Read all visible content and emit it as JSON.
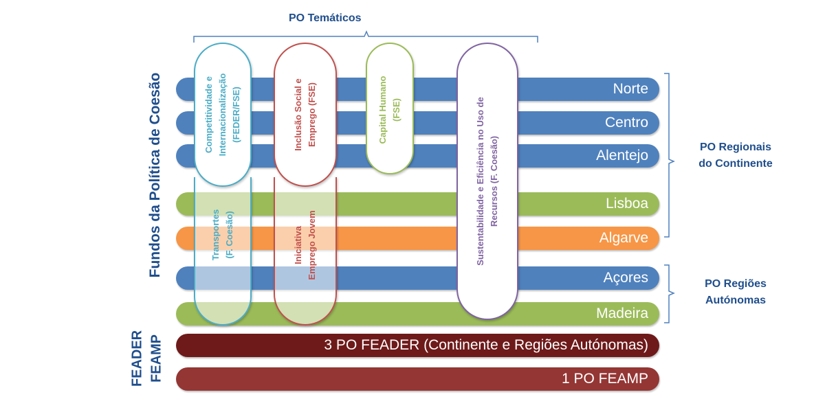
{
  "top_label": "PO Temáticos",
  "left_label": "Fundos da Política de Coesão",
  "bottom_left_label": [
    "FEADER",
    "FEAMP"
  ],
  "right_labels": {
    "regionais": [
      "PO Regionais",
      "do Continente"
    ],
    "autonomas": [
      "PO Regiões",
      "Autónomas"
    ]
  },
  "regions": [
    "Norte",
    "Centro",
    "Alentejo",
    "Lisboa",
    "Algarve",
    "Açores",
    "Madeira"
  ],
  "feader": "3 PO FEADER (Continente e Regiões Autónomas)",
  "feamp": "1 PO FEAMP",
  "thematic": {
    "competitividade": [
      "Competitividade e",
      "Internacionalização",
      "(FEDER/FSE)"
    ],
    "transportes": [
      "Transportes",
      "(F. Coesão)"
    ],
    "inclusao": [
      "Inclusão Social e",
      "Emprego (FSE)"
    ],
    "iniciativa": [
      "Iniciativa",
      "Emprego Jovem"
    ],
    "capital": [
      "Capital Humano",
      "(FSE)"
    ],
    "sustentabilidade": [
      "Sustentabilidade e Eficiência no Uso de",
      "Recursos (F. Coesão)"
    ]
  },
  "colors": {
    "title_blue": "#1f4e8c",
    "band_blue": "#4f81bd",
    "band_green": "#9bbb59",
    "band_orange": "#f79646",
    "feader": "#6e1a1a",
    "feamp": "#943634",
    "pill_cyan": "#4bacc6",
    "pill_red": "#c0504d",
    "pill_green": "#9bbb59",
    "pill_purple": "#8064a2"
  }
}
